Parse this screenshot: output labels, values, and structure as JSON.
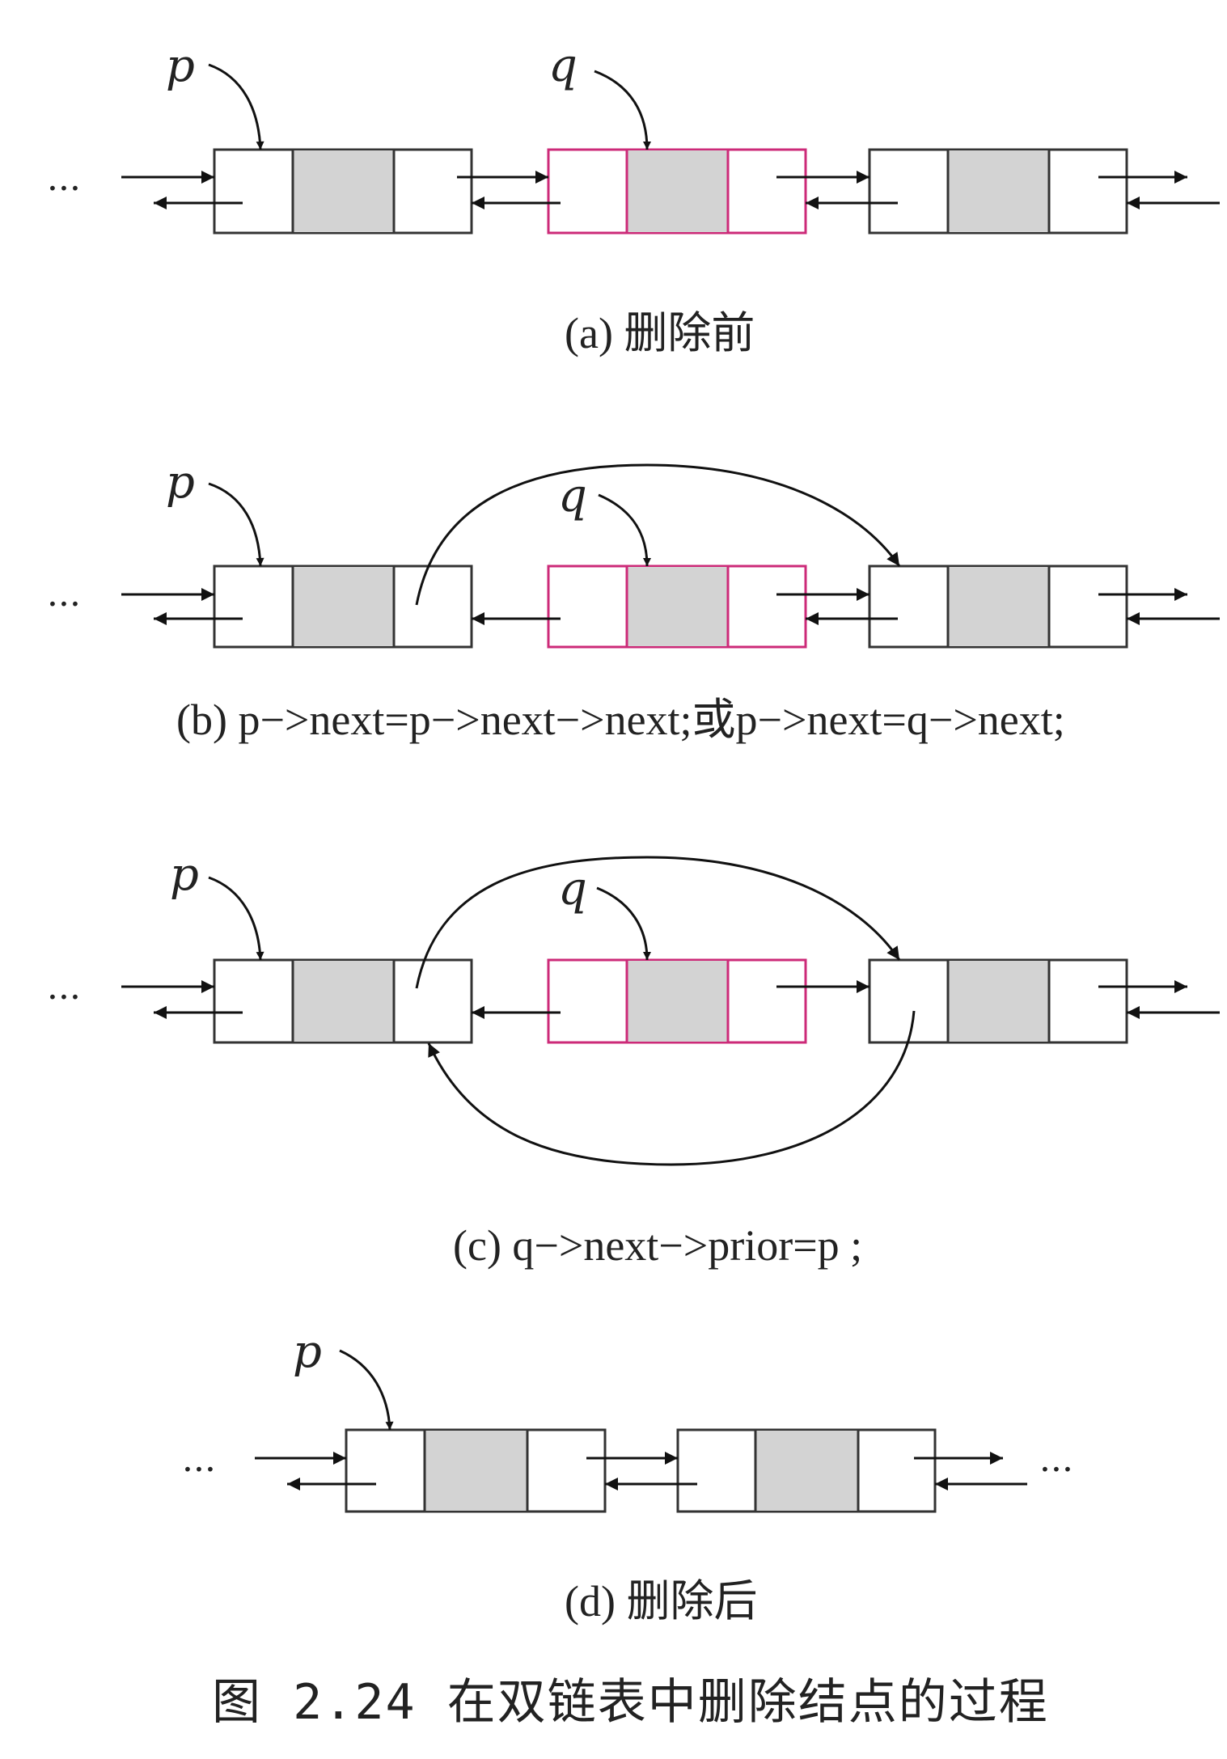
{
  "pointer_labels": {
    "p": "p",
    "q": "q"
  },
  "ellipsis": "···",
  "captions": {
    "a": "(a) 删除前",
    "b": "(b) p−>next=p−>next−>next;或p−>next=q−>next;",
    "c": "(c) q−>next−>prior=p ;",
    "d": "(d) 删除后"
  },
  "figure_title": "图 2.24   在双链表中删除结点的过程",
  "colors": {
    "node_border": "#333333",
    "deleted_node_border": "#cc2a78",
    "data_field_fill": "#d3d3d3"
  }
}
